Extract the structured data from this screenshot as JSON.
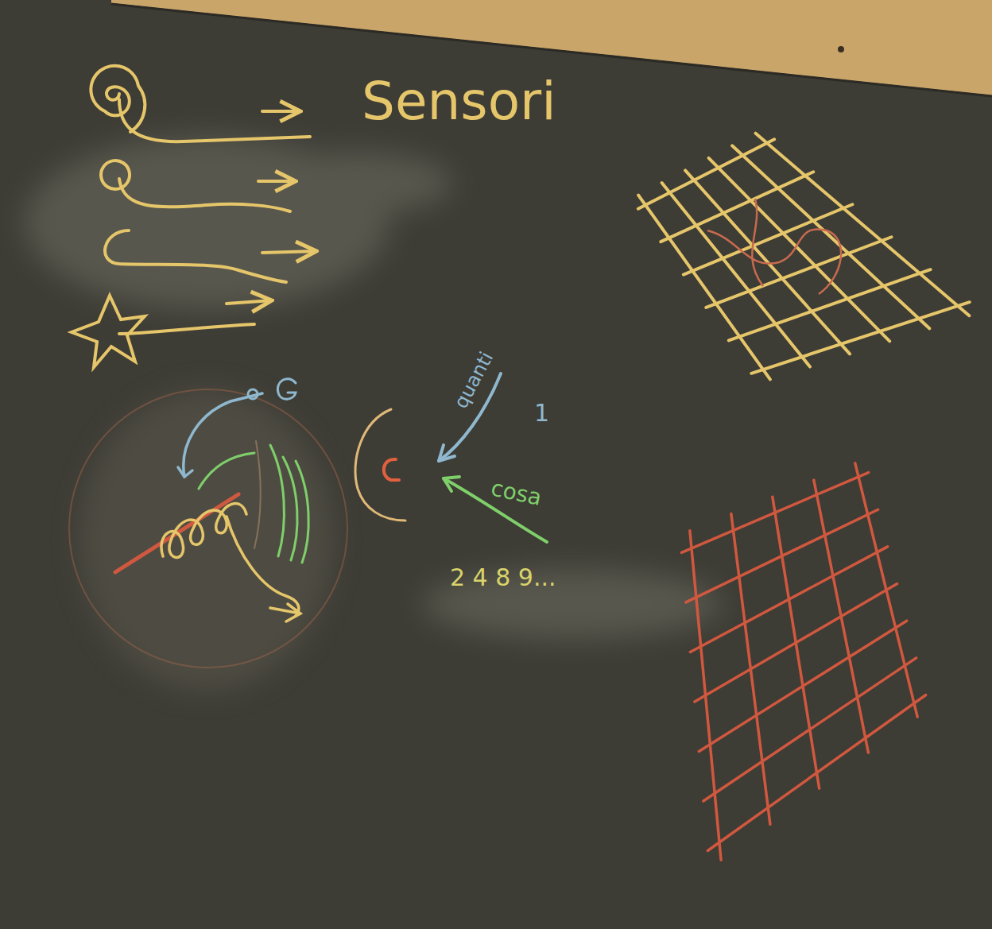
{
  "diagram": {
    "labels": [
      "Sensori",
      "quanti",
      "1",
      "cosa",
      "2 4 8 9..."
    ]
  }
}
